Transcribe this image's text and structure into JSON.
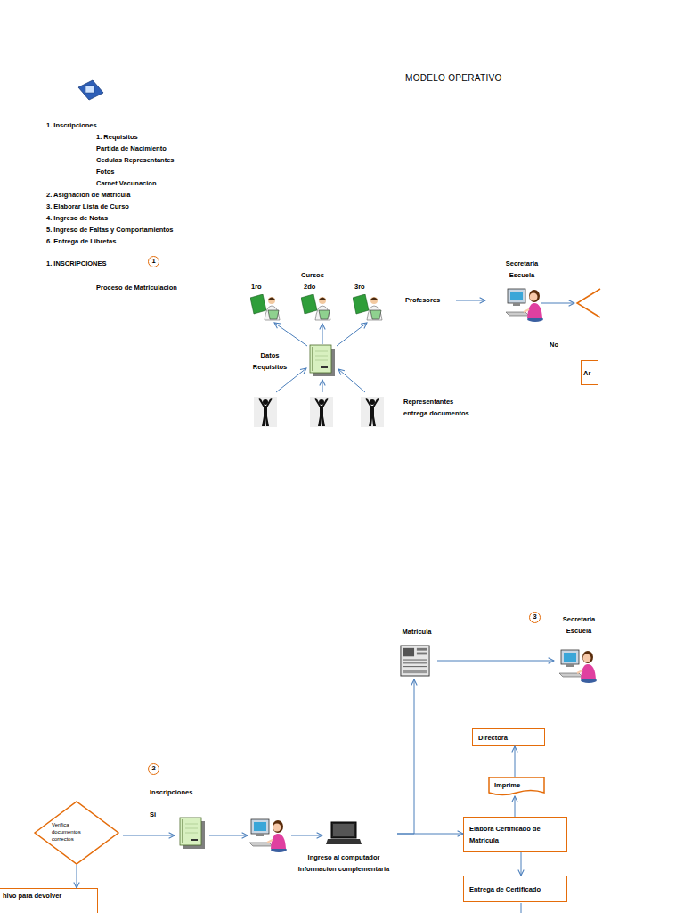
{
  "diagram": {
    "title": "MODELO OPERATIVO",
    "nodes": [
      {
        "text": [
          "Secretaria Escuela"
        ]
      },
      {
        "text": [
          "Ar"
        ]
      },
      {
        "text": [
          "Datos Requisitos"
        ]
      },
      {
        "text": [
          "Secretaria Escuela"
        ]
      },
      {
        "text": [
          "Matricula"
        ]
      },
      {
        "text": [
          "Directora"
        ]
      },
      {
        "text": [
          "Imprime"
        ]
      },
      {
        "text": [
          "Verifica documentos correctos"
        ]
      },
      {
        "text": [
          "Elabora Certificado de Matricula"
        ]
      },
      {
        "text": [
          "Ingreso al computador Informacion complementaria"
        ]
      },
      {
        "text": [
          "Entrega de Certificado"
        ]
      },
      {
        "text": [
          "hivo para devolver"
        ]
      }
    ],
    "edges": [
      {
        "from": 4,
        "to": 3,
        "arrow": "to"
      },
      {
        "from": 6,
        "to": 5,
        "arrow": "to"
      },
      {
        "from": 8,
        "to": 6,
        "arrow": "to"
      },
      {
        "from": 9,
        "to": 8,
        "arrow": "to"
      },
      {
        "from": 9,
        "to": 4,
        "arrow": "to"
      },
      {
        "from": 8,
        "to": 10,
        "arrow": "to"
      },
      {
        "from": 7,
        "to": 11,
        "arrow": "to"
      }
    ],
    "labels": [
      "1. Inscripciones",
      "1. Requisitos",
      "Partida de Nacimiento",
      "Cedulas Representantes",
      "Fotos",
      "Carnet Vacunacion",
      "2. Asignacion de Matricula",
      "3. Elaborar Lista de Curso",
      "4. Ingreso de Notas",
      "5. Ingreso de Faltas y Comportamientos",
      "6. Entrega de Libretas",
      "1. INSCRIPCIONES",
      "1",
      "Proceso de Matriculacion",
      "Cursos",
      "1ro",
      "2do",
      "3ro",
      "Profesores",
      "No",
      "Representantes entrega documentos",
      "3",
      "2",
      "Inscripciones",
      "Si"
    ]
  }
}
